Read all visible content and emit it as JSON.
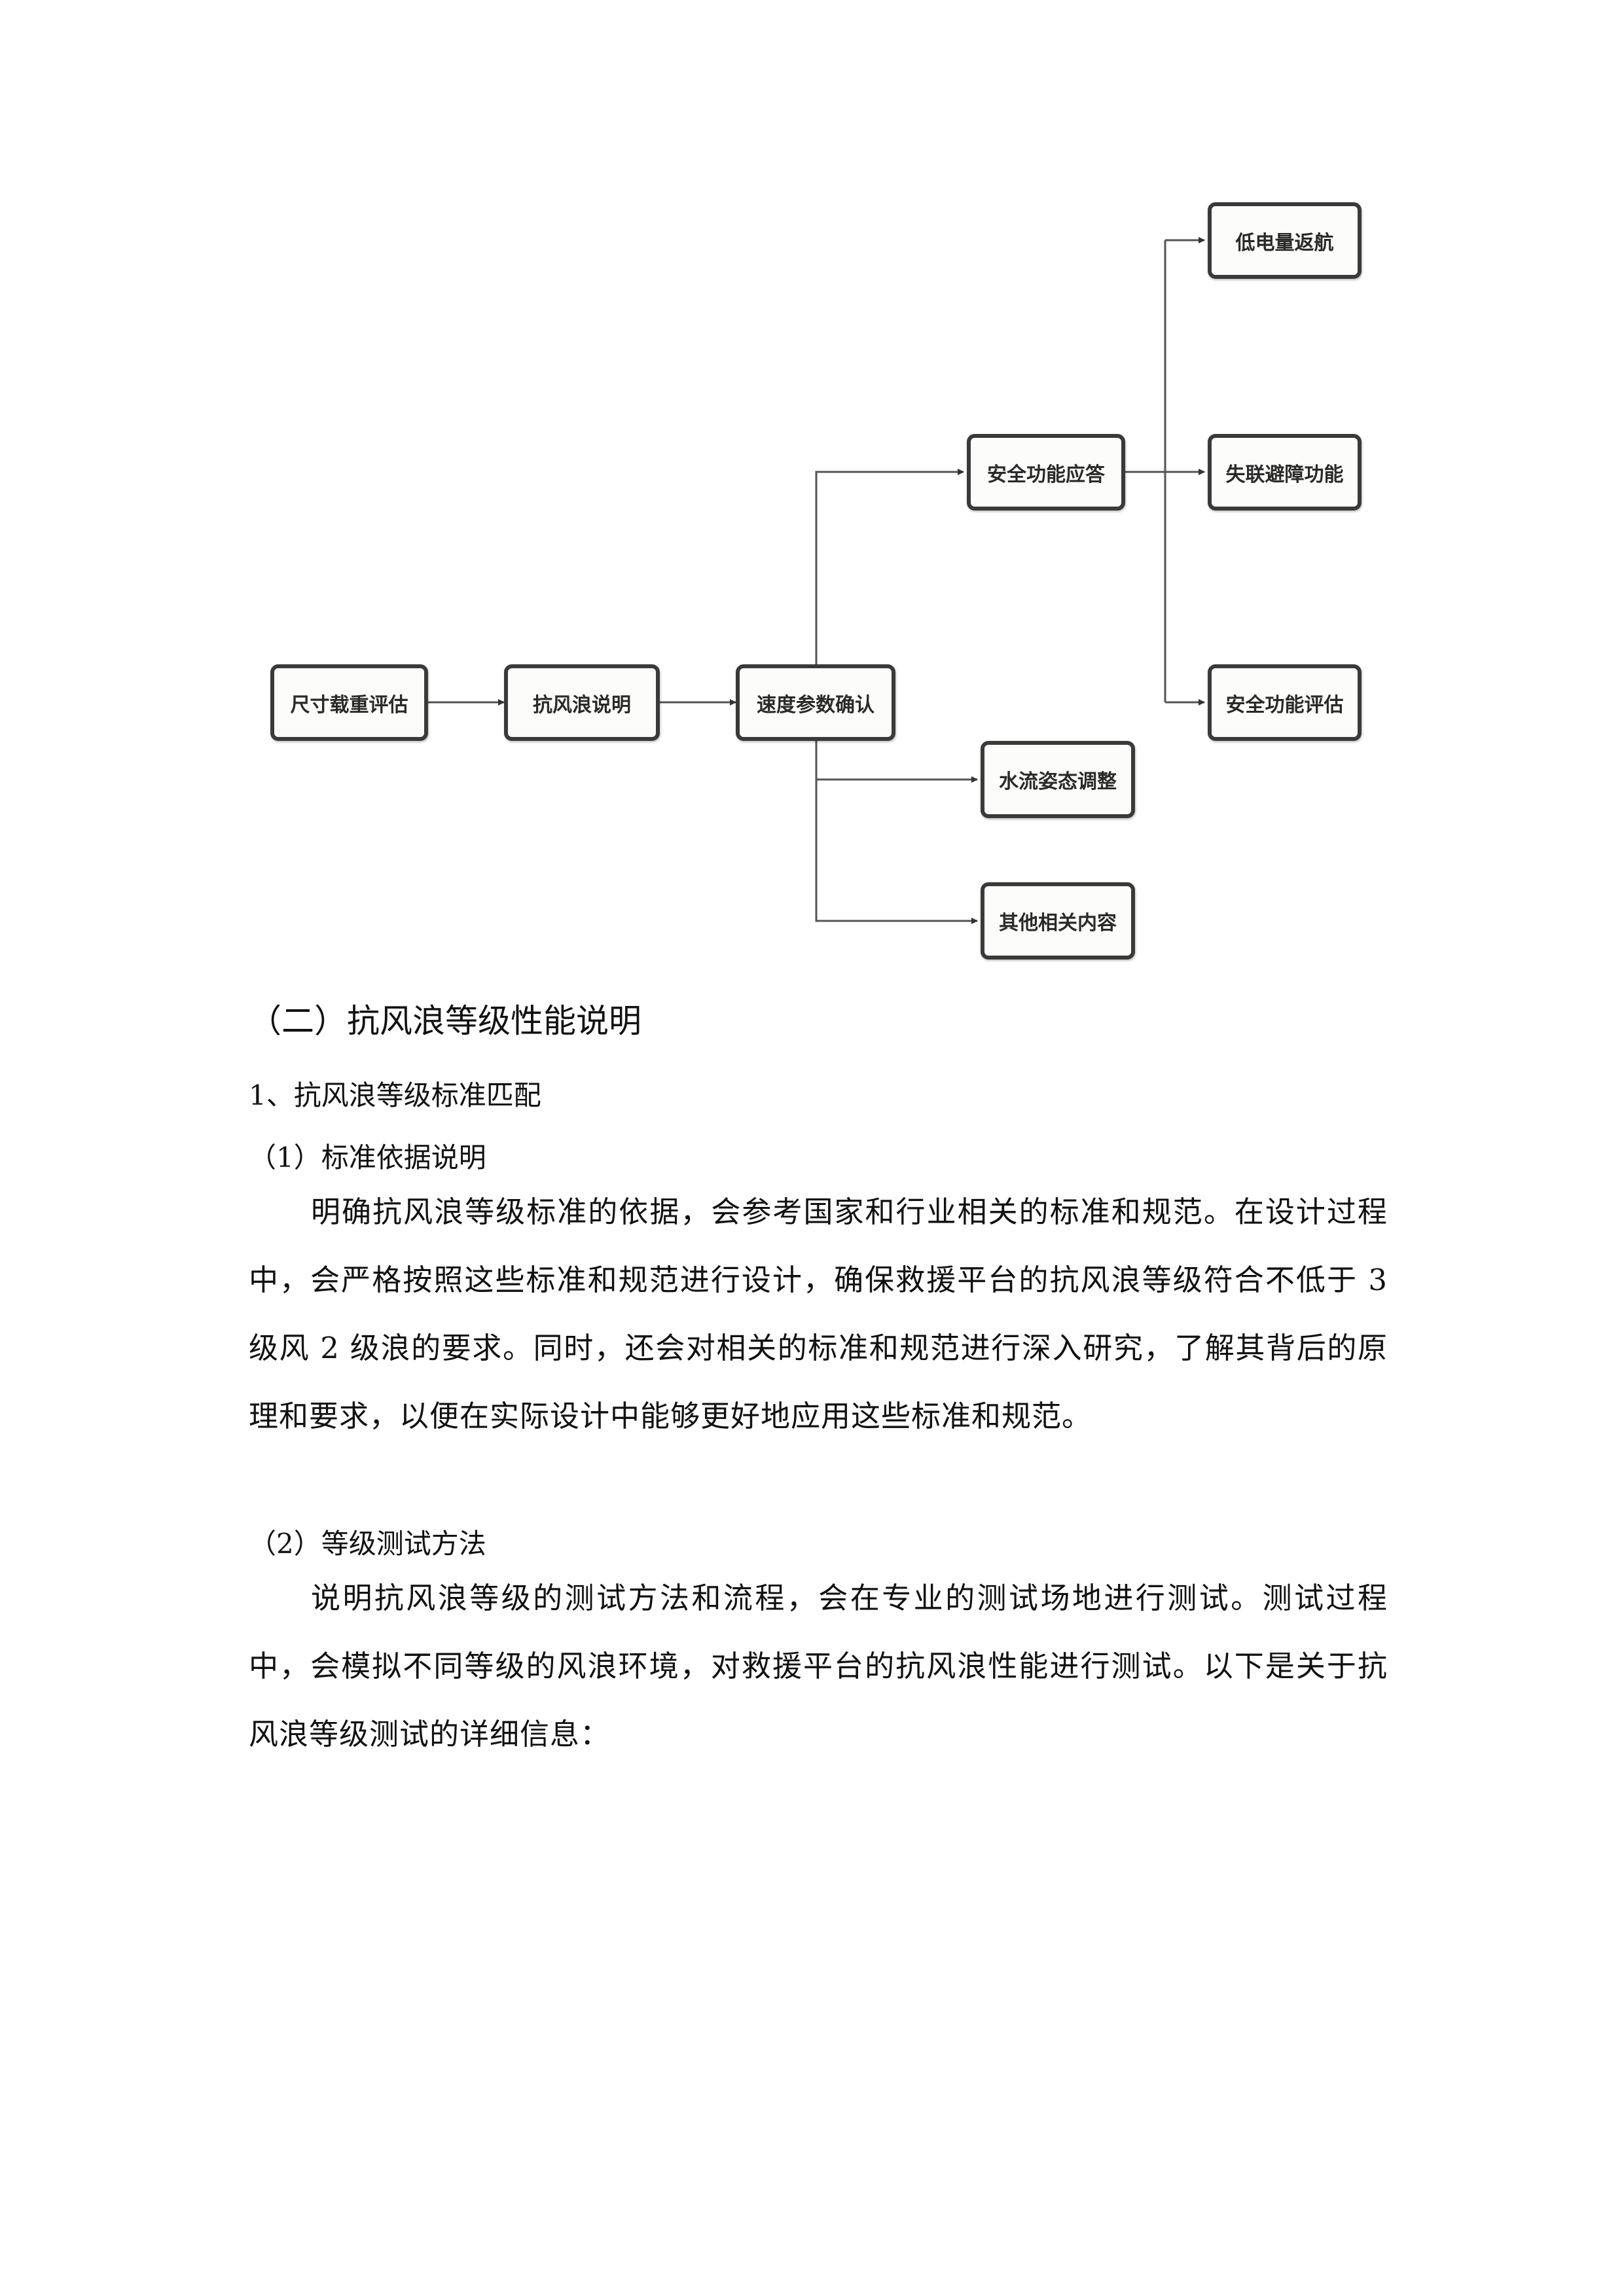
{
  "flowchart": {
    "nodes": [
      {
        "id": "n1",
        "label": "尺寸载重评估"
      },
      {
        "id": "n2",
        "label": "抗风浪说明"
      },
      {
        "id": "n3",
        "label": "速度参数确认"
      },
      {
        "id": "n4",
        "label": "安全功能应答"
      },
      {
        "id": "n5",
        "label": "低电量返航"
      },
      {
        "id": "n6",
        "label": "失联避障功能"
      },
      {
        "id": "n7",
        "label": "安全功能评估"
      },
      {
        "id": "n8",
        "label": "水流姿态调整"
      },
      {
        "id": "n9",
        "label": "其他相关内容"
      }
    ],
    "edges": [
      [
        "尺寸载重评估",
        "抗风浪说明"
      ],
      [
        "抗风浪说明",
        "速度参数确认"
      ],
      [
        "速度参数确认",
        "安全功能应答"
      ],
      [
        "速度参数确认",
        "水流姿态调整"
      ],
      [
        "速度参数确认",
        "其他相关内容"
      ],
      [
        "安全功能应答",
        "低电量返航"
      ],
      [
        "安全功能应答",
        "失联避障功能"
      ],
      [
        "安全功能应答",
        "安全功能评估"
      ]
    ]
  },
  "document": {
    "section_heading": "（二）抗风浪等级性能说明",
    "subsection_heading": "1、抗风浪等级标准匹配",
    "item1_heading": "（1）标准依据说明",
    "item1_paragraph": "明确抗风浪等级标准的依据，会参考国家和行业相关的标准和规范。在设计过程中，会严格按照这些标准和规范进行设计，确保救援平台的抗风浪等级符合不低于 3 级风 2 级浪的要求。同时，还会对相关的标准和规范进行深入研究，了解其背后的原理和要求，以便在实际设计中能够更好地应用这些标准和规范。",
    "item2_heading": "（2）等级测试方法",
    "item2_paragraph": "说明抗风浪等级的测试方法和流程，会在专业的测试场地进行测试。测试过程中，会模拟不同等级的风浪环境，对救援平台的抗风浪性能进行测试。以下是关于抗风浪等级测试的详细信息："
  }
}
